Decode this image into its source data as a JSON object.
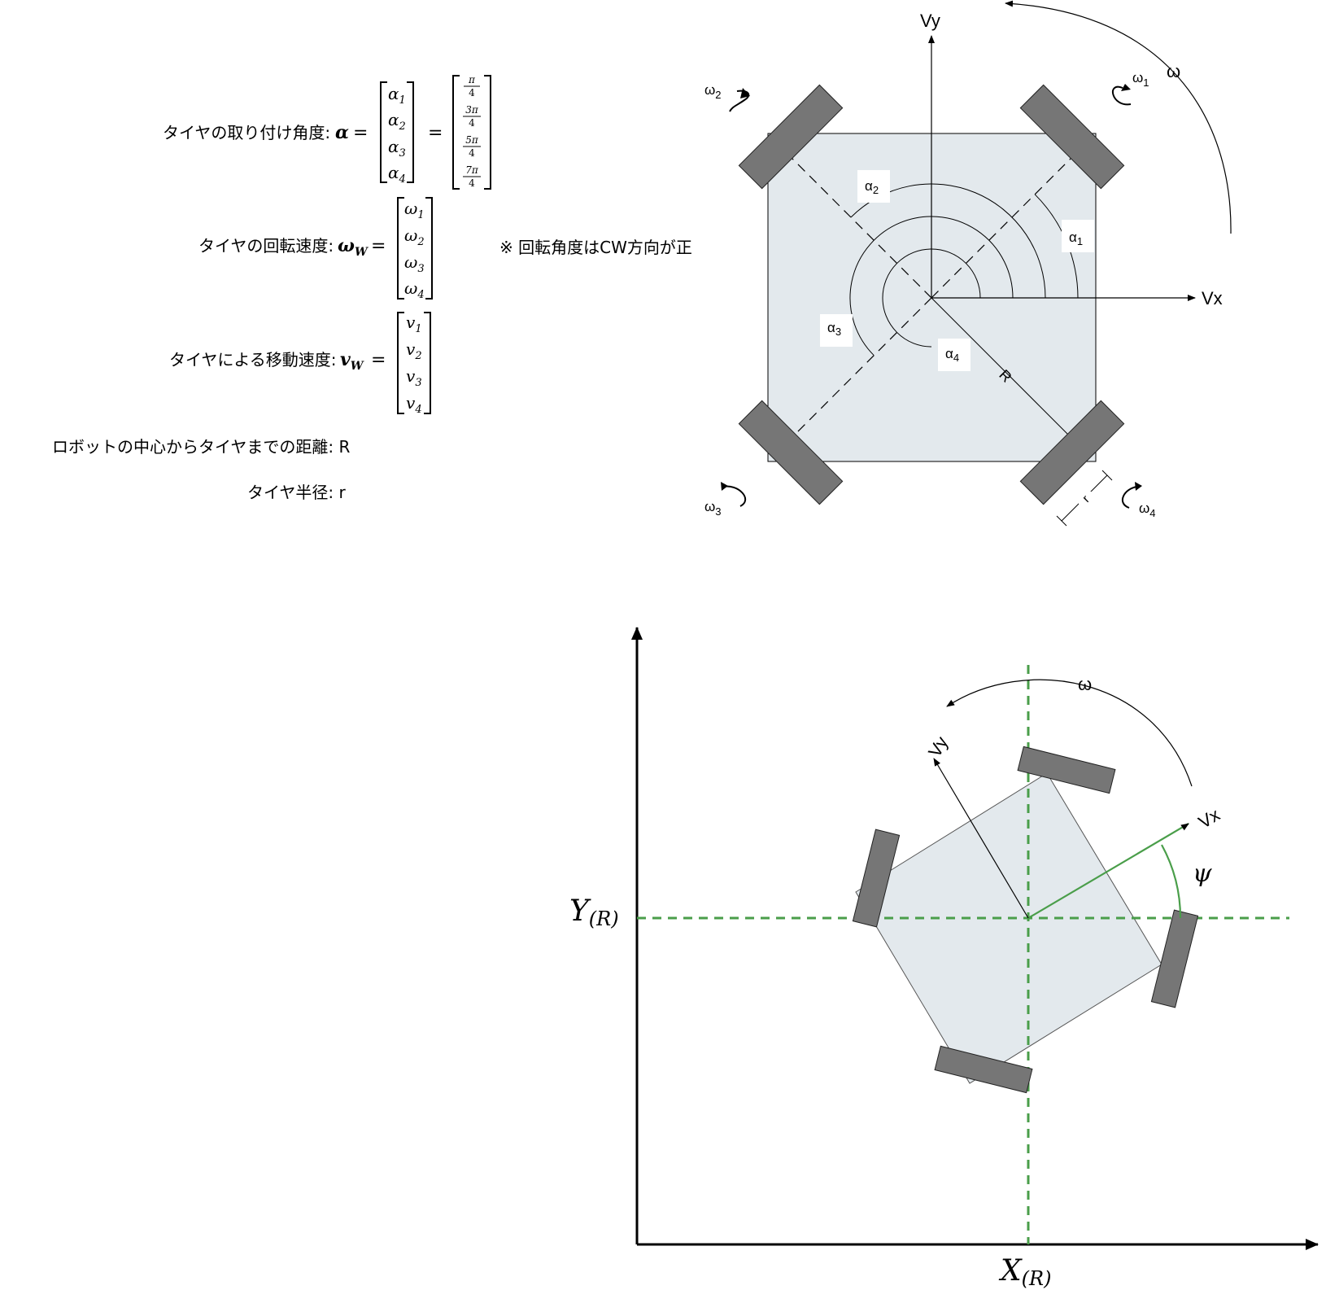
{
  "definitions": {
    "alpha_label": "タイヤの取り付け角度: ",
    "alpha_symbol": "α",
    "alpha_entries": [
      "α",
      "α",
      "α",
      "α"
    ],
    "alpha_subs": [
      "1",
      "2",
      "3",
      "4"
    ],
    "alpha_values": [
      {
        "num": "π",
        "den": "4"
      },
      {
        "num": "3π",
        "den": "4"
      },
      {
        "num": "5π",
        "den": "4"
      },
      {
        "num": "7π",
        "den": "4"
      }
    ],
    "omega_label": "タイヤの回転速度: ",
    "omega_symbol": "ω",
    "omega_sub": "W",
    "omega_entries": [
      "ω",
      "ω",
      "ω",
      "ω"
    ],
    "velocity_label": "タイヤによる移動速度: ",
    "velocity_symbol": "v",
    "velocity_sub": "W",
    "velocity_entries": [
      "v",
      "v",
      "v",
      "v"
    ],
    "equals": "=",
    "note": "※ 回転角度はCW方向が正",
    "distance_label": "ロボットの中心からタイヤまでの距離: R",
    "radius_label": "タイヤ半径: r"
  },
  "top_diagram": {
    "axis_x": "Vx",
    "axis_y": "Vy",
    "omega": "ω",
    "wheel_labels": [
      {
        "sym": "ω",
        "sub": "1"
      },
      {
        "sym": "ω",
        "sub": "2"
      },
      {
        "sym": "ω",
        "sub": "3"
      },
      {
        "sym": "ω",
        "sub": "4"
      }
    ],
    "angle_labels": [
      {
        "sym": "α",
        "sub": "1"
      },
      {
        "sym": "α",
        "sub": "2"
      },
      {
        "sym": "α",
        "sub": "3"
      },
      {
        "sym": "α",
        "sub": "4"
      }
    ],
    "R": "R",
    "r": "r",
    "colors": {
      "body": "#e3e9ed",
      "wheel": "#767676"
    }
  },
  "bottom_diagram": {
    "axis_x": "X",
    "axis_y": "Y",
    "axis_sub": "(R)",
    "vx": "Vx",
    "vy": "Vy",
    "omega": "ω",
    "psi": "ψ",
    "colors": {
      "guide": "#4a9e4a",
      "body": "#e3e9ed",
      "wheel": "#767676"
    }
  }
}
